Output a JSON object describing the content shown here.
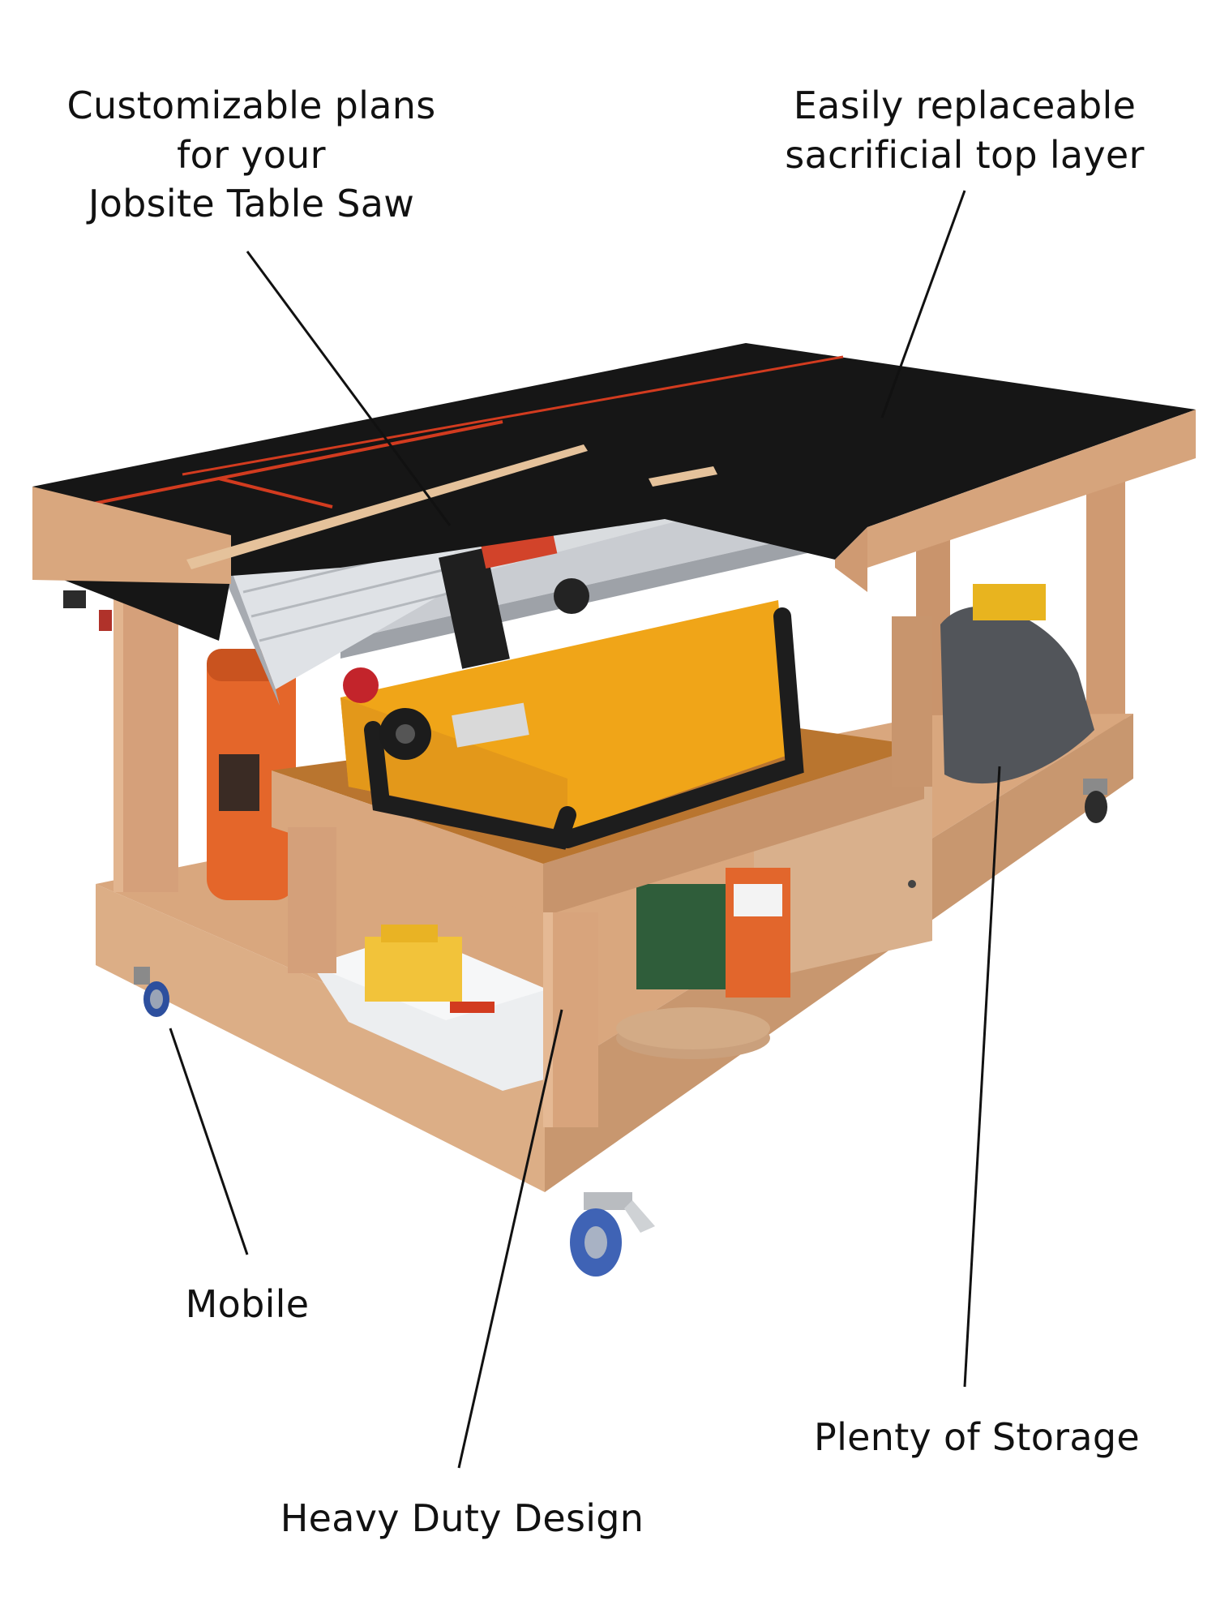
{
  "callouts": {
    "plans": "Customizable plans\nfor your\nJobsite Table Saw",
    "top_layer": "Easily replaceable\nsacrificial top layer",
    "mobile": "Mobile",
    "heavy_duty": "Heavy Duty Design",
    "storage": "Plenty of Storage"
  },
  "photo": {
    "subject": "mobile workbench with inset jobsite table saw",
    "colors": {
      "top": "#161616",
      "wood": "#d9a77e",
      "saw_body": "#f0a518",
      "fence": "#c9ccd1",
      "dust_extractor": "#e4662a",
      "caster": "#3f63b5",
      "red_marker": "#d23b1f",
      "callout_line": "#111111"
    }
  }
}
